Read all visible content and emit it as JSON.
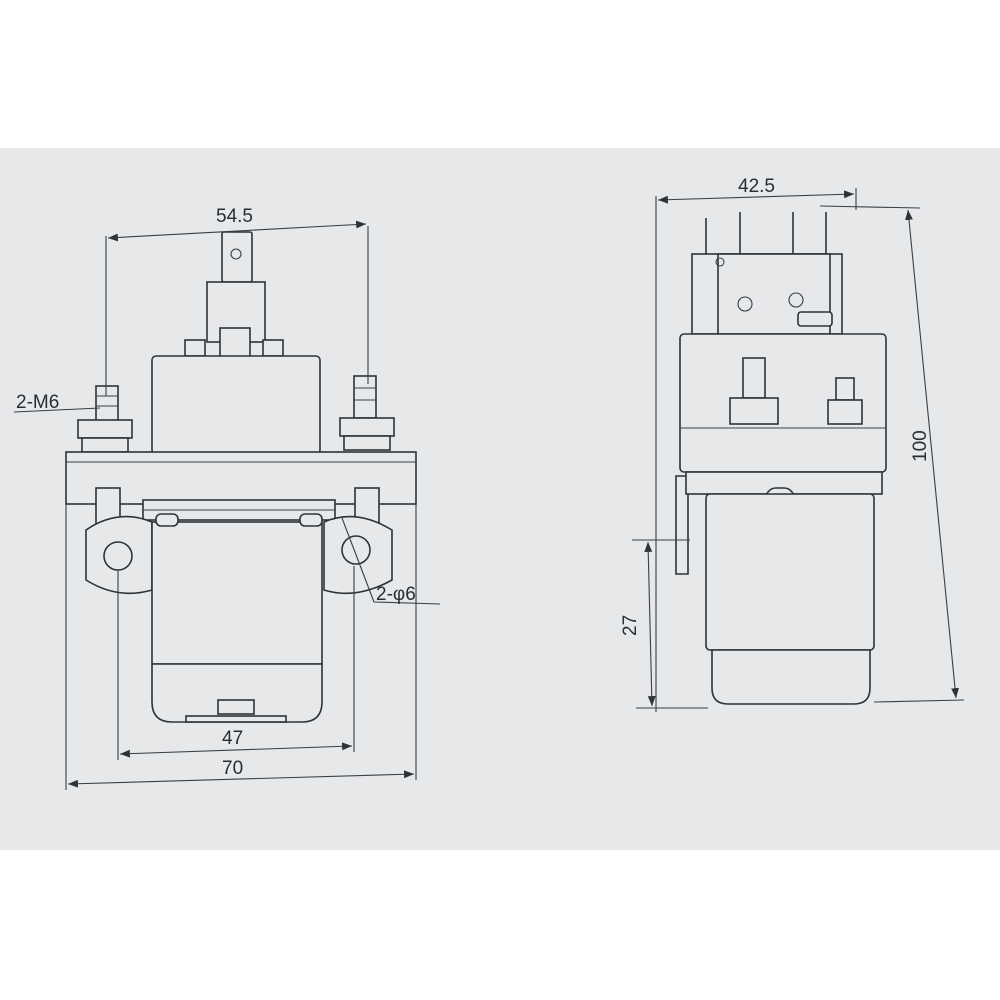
{
  "dimensions": {
    "front_width_terminals": "54.5",
    "front_mount_spacing": "47",
    "front_base_width": "70",
    "stud_label": "2-M6",
    "hole_label": "2-φ6",
    "side_width": "42.5",
    "side_height": "100",
    "side_bracket_height": "27"
  }
}
